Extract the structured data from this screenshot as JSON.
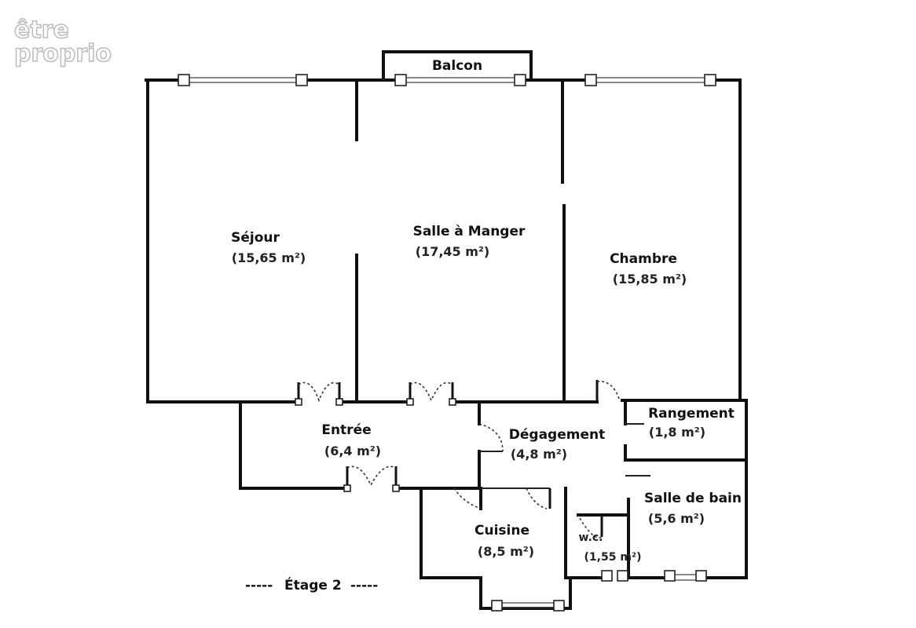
{
  "logo": {
    "line1": "être",
    "line2": "proprio"
  },
  "rooms": {
    "balcon": {
      "name": "Balcon"
    },
    "sejour": {
      "name": "Séjour",
      "area": "(15,65 m²)"
    },
    "salle_manger": {
      "name": "Salle à Manger",
      "area": "(17,45 m²)"
    },
    "chambre": {
      "name": "Chambre",
      "area": "(15,85 m²)"
    },
    "entree": {
      "name": "Entrée",
      "area": "(6,4 m²)"
    },
    "degagement": {
      "name": "Dégagement",
      "area": "(4,8 m²)"
    },
    "rangement": {
      "name": "Rangement",
      "area": "(1,8 m²)"
    },
    "salle_bain": {
      "name": "Salle de bain",
      "area": "(5,6 m²)"
    },
    "cuisine": {
      "name": "Cuisine",
      "area": "(8,5 m²)"
    },
    "wc": {
      "name": "w.c.",
      "area": "(1,55 m²)"
    }
  },
  "floor_label": "Étage 2",
  "floor_dashes": "-----"
}
